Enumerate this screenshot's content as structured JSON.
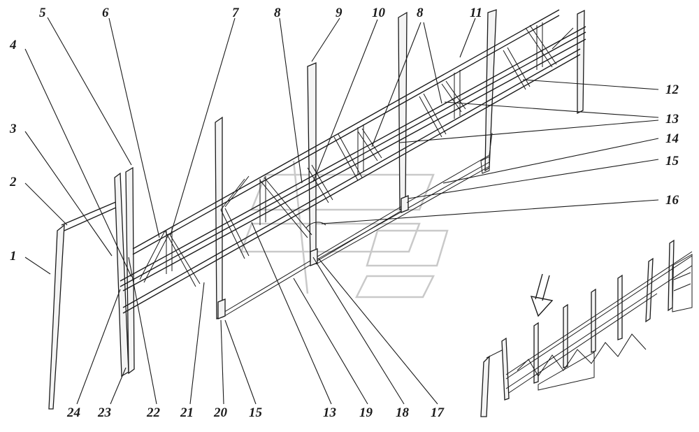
{
  "figure": {
    "callouts": [
      {
        "id": "1",
        "text": "1"
      },
      {
        "id": "2",
        "text": "2"
      },
      {
        "id": "3",
        "text": "3"
      },
      {
        "id": "4",
        "text": "4"
      },
      {
        "id": "5",
        "text": "5"
      },
      {
        "id": "6",
        "text": "6"
      },
      {
        "id": "7",
        "text": "7"
      },
      {
        "id": "8a",
        "text": "8"
      },
      {
        "id": "9",
        "text": "9"
      },
      {
        "id": "10",
        "text": "10"
      },
      {
        "id": "8b",
        "text": "8"
      },
      {
        "id": "11",
        "text": "11"
      },
      {
        "id": "12",
        "text": "12"
      },
      {
        "id": "13a",
        "text": "13"
      },
      {
        "id": "14",
        "text": "14"
      },
      {
        "id": "15a",
        "text": "15"
      },
      {
        "id": "16",
        "text": "16"
      },
      {
        "id": "24",
        "text": "24"
      },
      {
        "id": "23",
        "text": "23"
      },
      {
        "id": "22",
        "text": "22"
      },
      {
        "id": "21",
        "text": "21"
      },
      {
        "id": "20",
        "text": "20"
      },
      {
        "id": "15b",
        "text": "15"
      },
      {
        "id": "13b",
        "text": "13"
      },
      {
        "id": "19",
        "text": "19"
      },
      {
        "id": "18",
        "text": "18"
      },
      {
        "id": "17",
        "text": "17"
      }
    ]
  }
}
